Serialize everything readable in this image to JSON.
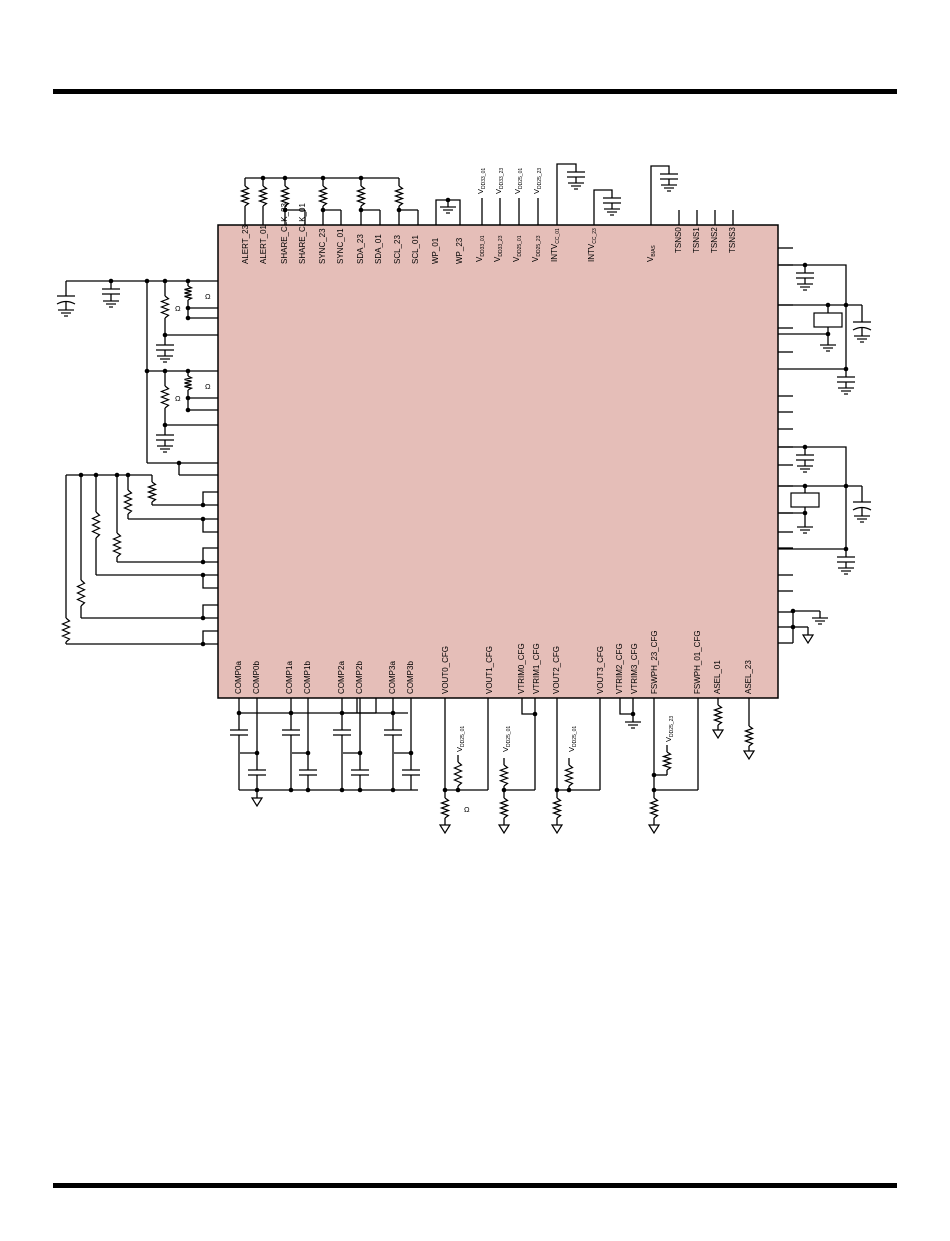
{
  "chip": {
    "fill_color": "#e5beb8",
    "top_pins": [
      "ALERT_23",
      "ALERT_01",
      "SHARE_CLK_23",
      "SHARE_CLK_01",
      "SYNC_23",
      "SYNC_01",
      "SDA_23",
      "SDA_01",
      "SCL_23",
      "SCL_01",
      "WP_01",
      "WP_23"
    ],
    "top_supply_pins": [
      {
        "main": "V",
        "sub": "DD33_01"
      },
      {
        "main": "V",
        "sub": "DD33_23"
      },
      {
        "main": "V",
        "sub": "DD25_01"
      },
      {
        "main": "V",
        "sub": "DD25_23"
      },
      {
        "main": "INTV",
        "sub": "CC_01"
      },
      {
        "main": "INTV",
        "sub": "CC_23"
      },
      {
        "main": "V",
        "sub": "BIAS"
      }
    ],
    "tsns_pins": [
      "TSNS0",
      "TSNS1",
      "TSNS2",
      "TSNS3"
    ],
    "bottom_pins": [
      "COMP0a",
      "COMP0b",
      "COMP1a",
      "COMP1b",
      "COMP2a",
      "COMP2b",
      "COMP3a",
      "COMP3b",
      "VOUT0_CFG",
      "VOUT1_CFG",
      "VTRIM0_CFG",
      "VTRIM1_CFG",
      "VOUT2_CFG",
      "VOUT3_CFG",
      "VTRIM2_CFG",
      "VTRIM3_CFG",
      "FSWPH_23_CFG",
      "FSWPH_01_CFG",
      "ASEL_01",
      "ASEL_23"
    ]
  },
  "external_labels": {
    "supply": [
      {
        "main": "V",
        "sub": "DD33_01"
      },
      {
        "main": "V",
        "sub": "DD33_23"
      },
      {
        "main": "V",
        "sub": "DD25_01"
      },
      {
        "main": "V",
        "sub": "DD25_23"
      }
    ],
    "bottom_supply": [
      {
        "main": "V",
        "sub": "DD25_01"
      },
      {
        "main": "V",
        "sub": "DD25_01"
      },
      {
        "main": "V",
        "sub": "DD25_01"
      },
      {
        "main": "V",
        "sub": "DD25_23"
      }
    ],
    "ohm_marks": [
      "Ω",
      "Ω",
      "Ω",
      "Ω",
      "Ω"
    ]
  }
}
